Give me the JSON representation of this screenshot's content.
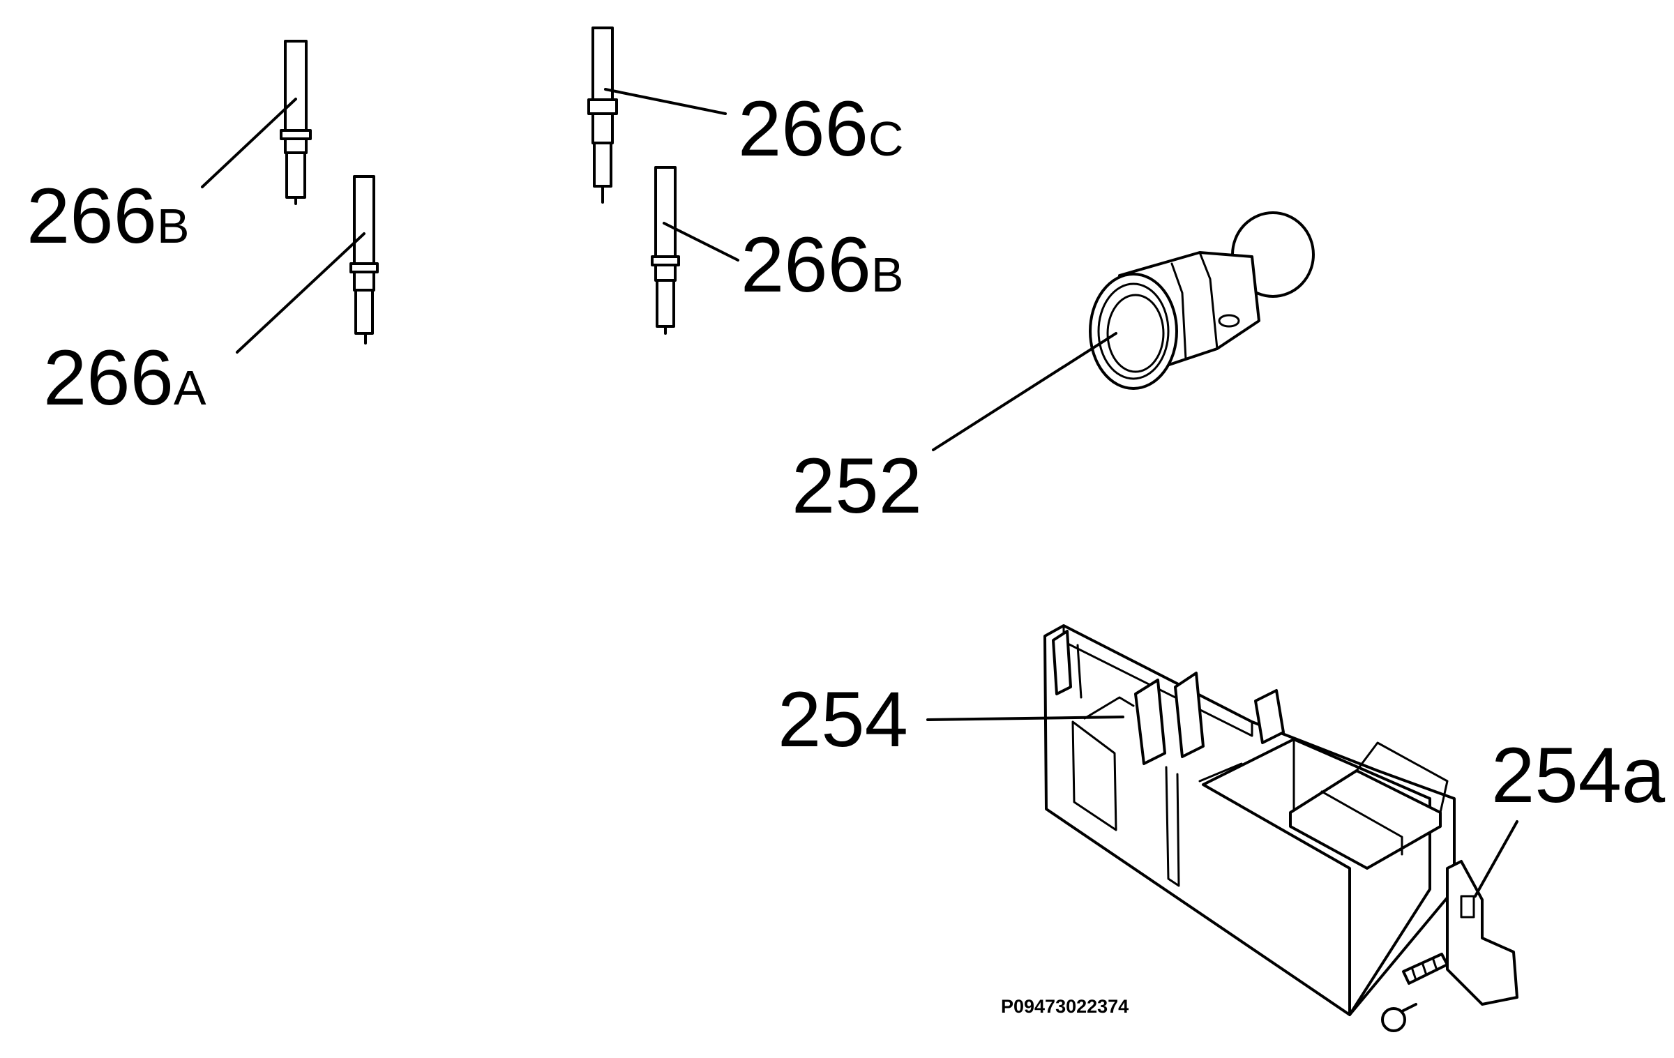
{
  "labels": {
    "l266b_left": {
      "num": "266",
      "suffix": "B"
    },
    "l266a": {
      "num": "266",
      "suffix": "A"
    },
    "l266c": {
      "num": "266",
      "suffix": "C"
    },
    "l266b_right": {
      "num": "266",
      "suffix": "B"
    },
    "l252": "252",
    "l254": "254",
    "l254a": "254a"
  },
  "drawing_code": "P09473022374"
}
